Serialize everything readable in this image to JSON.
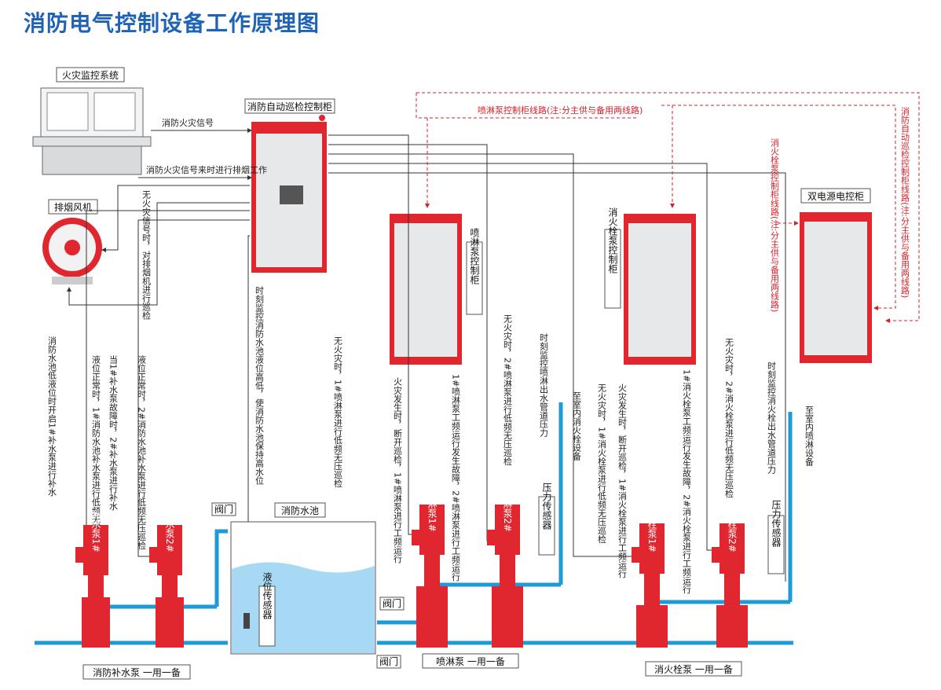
{
  "title": "消防电气控制设备工作原理图",
  "colors": {
    "title": "#1f63b4",
    "pump_red": "#e0262e",
    "pipe_blue": "#1e9ad6",
    "cabinet_red": "#e0262e",
    "signal_red": "#d4222a"
  },
  "boxes": {
    "fire_monitor": "火灾监控系统",
    "inspection_cabinet": "消防自动巡检控制柜",
    "smoke_fan": "排烟风机",
    "sprinkler_cabinet": "喷淋泵控制柜",
    "hydrant_cabinet": "消火栓泵控制柜",
    "dual_power": "双电源电控柜",
    "pool": "消防水池",
    "valve_top": "阀门",
    "valve_mid": "阀门",
    "valve_bot": "阀门",
    "level_sensor": "液位传感器",
    "pressure_sensor_1": "压力传感器",
    "pressure_sensor_2": "压力传感器",
    "makeup_group": "消防补水泵 一用一备",
    "sprinkler_group": "喷淋泵 一用一备",
    "hydrant_group": "消火栓泵 一用一备"
  },
  "signals": {
    "fire_signal": "消防火灾信号",
    "smoke_exhaust": "消防火灾信号来时进行排烟工作",
    "sprinkler_line": "喷淋泵控制柜线路(注:分主供与备用两线路)",
    "hydrant_line": "消火栓泵控制柜线路(注:分主供与备用两线路)",
    "inspection_line": "消防自动巡检控制柜线路(注:分主供与备用两线路)",
    "fan_inspect": "无火灾信号时，对排烟机进行巡检",
    "pool_low": "消防水池低液位时开启1#补水泵进行补水",
    "makeup_1": "液位正常时，1#消防水池补水泵进行低频无压巡检",
    "makeup_fault": "当1#补水泵故障时，2#补水泵进行补水",
    "makeup_2": "液位正常时，2#消防水池补水泵进行低频无压巡检",
    "pool_monitor": "时刻监控消防水池液位高低，使消防水池保持高水位",
    "spr_1_inspect": "无火灾时，1#喷淋泵进行低频无压巡检",
    "spr_fire": "火灾发生时，断开巡检，1#喷淋泵进行工频运行",
    "spr_fault": "1#喷淋泵工频运行发生故障，2#喷淋泵进行工频运行",
    "spr_2_inspect": "无火灾时，2#喷淋泵进行低频无压巡检",
    "spr_pressure": "时刻监控喷淋出水管道压力",
    "to_hydrant_equip": "至室内消火栓设备",
    "hyd_1_inspect": "无火灾时，1#消火栓泵进行低频无压巡检",
    "hyd_fire": "火灾发生时，断开巡检，1#消火栓泵进行工频运行",
    "hyd_fault": "1#消火栓泵工频运行发生故障，2#消火栓泵进行工频运行",
    "hyd_2_inspect": "无火灾时，2#消火栓泵进行低频无压巡检",
    "hyd_pressure": "时刻监控消火栓出水管道压力",
    "to_sprinkler_equip": "至室内喷淋设备"
  },
  "pumps": {
    "makeup_1": "补水泵1#",
    "makeup_2": "补水泵2#",
    "spr_1": "喷淋泵1#",
    "spr_2": "喷淋泵2#",
    "hyd_1": "消火栓泵1#",
    "hyd_2": "消火栓泵2#"
  }
}
